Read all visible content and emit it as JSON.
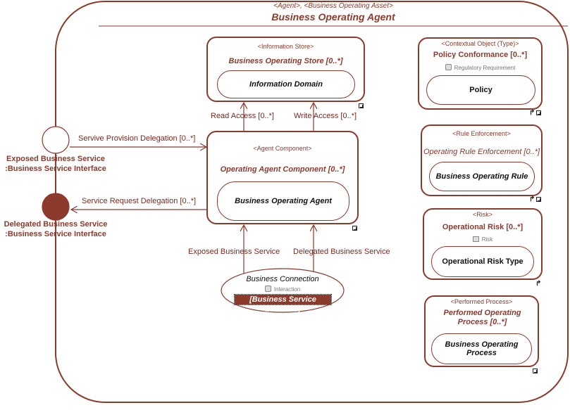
{
  "outer": {
    "stereotype": "<Agent>, <Business Operating Asset>",
    "title": "Business Operating Agent"
  },
  "info_store": {
    "stereotype": "<Information Store>",
    "title": "Business Operating Store [0..*]",
    "inner": "Information Domain"
  },
  "agent_component": {
    "stereotype": "<Agent Component>",
    "title": "Operating Agent Component [0..*]",
    "inner": "Business Operating Agent"
  },
  "policy": {
    "stereotype": "<Contextual Object (Type)>",
    "title": "Policy Conformance [0..*]",
    "subtype": "Regulatory Requirement",
    "inner": "Policy"
  },
  "rule": {
    "stereotype": "<Rule Enforcement>",
    "title": "Operating Rule Enforcement [0..*]",
    "inner": "Business Operating Rule"
  },
  "risk": {
    "stereotype": "<Risk>",
    "title": "Operational Risk [0..*]",
    "subtype": "Risk",
    "inner": "Operational Risk Type"
  },
  "process": {
    "stereotype": "<Performed Process>",
    "title": "Performed Operating Process [0..*]",
    "inner": "Business Operating Process"
  },
  "connection": {
    "title": "Business Connection",
    "subtype": "Interaction",
    "type": "[Business Service Interface]"
  },
  "ports": {
    "exposed_line1": "Exposed Business Service",
    "exposed_line2": ":Business Service Interface",
    "delegated_line1": "Delegated Business Service",
    "delegated_line2": ":Business Service Interface"
  },
  "edges": {
    "read_access": "Read Access [0..*]",
    "write_access": "Write Access [0..*]",
    "provision": "Servive Provision Delegation [0..*]",
    "request": "Service Request Delegation [0..*]",
    "exposed_service": "Exposed Business Service",
    "delegated_service": "Delegated Business Service"
  },
  "colors": {
    "stroke": "#8b3a2b",
    "port_fill": "#8b3a2b",
    "highlight": "#8b3a2b"
  }
}
